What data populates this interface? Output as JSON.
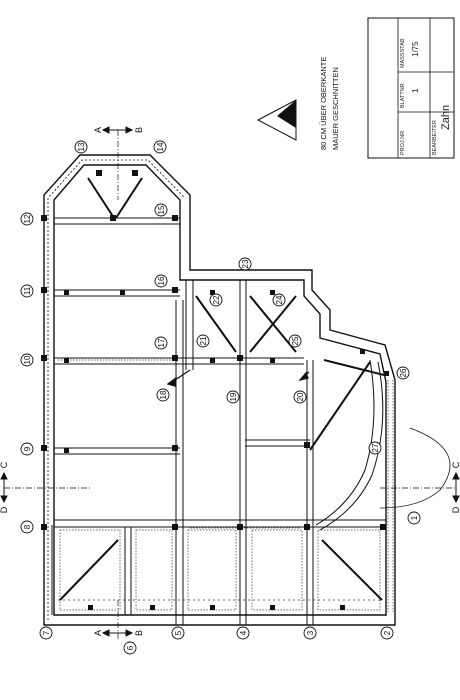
{
  "axes": {
    "left": [
      "7",
      "8",
      "9",
      "10",
      "11",
      "12",
      "13"
    ],
    "right": [
      "2",
      "1"
    ],
    "bottom": [
      "6",
      "5",
      "4",
      "3"
    ],
    "top": [
      "14",
      "15",
      "16",
      "17",
      "23",
      "22",
      "24",
      "21",
      "25",
      "26",
      "18",
      "19",
      "20",
      "27"
    ]
  },
  "section_markers": {
    "a_top": {
      "left": "A",
      "right": "B"
    },
    "a_bottom": {
      "left": "A",
      "right": "B"
    },
    "c_left": {
      "top": "C",
      "bottom": "D"
    },
    "c_right": {
      "top": "C",
      "bottom": "D"
    }
  },
  "note": {
    "line1": "80 CM ÜBER OBERKANTE",
    "line2": "MAUER GESCHNITTEN"
  },
  "title_block": {
    "projektnr_label": "PROJ.NR.",
    "blatt_label": "BLATTNR.",
    "blatt_value": "1",
    "massstab_label": "MASSSTAB",
    "massstab_value": "1/75",
    "bearbeiter_label": "BEARBEITER",
    "bearbeiter_value": "Zahn"
  }
}
